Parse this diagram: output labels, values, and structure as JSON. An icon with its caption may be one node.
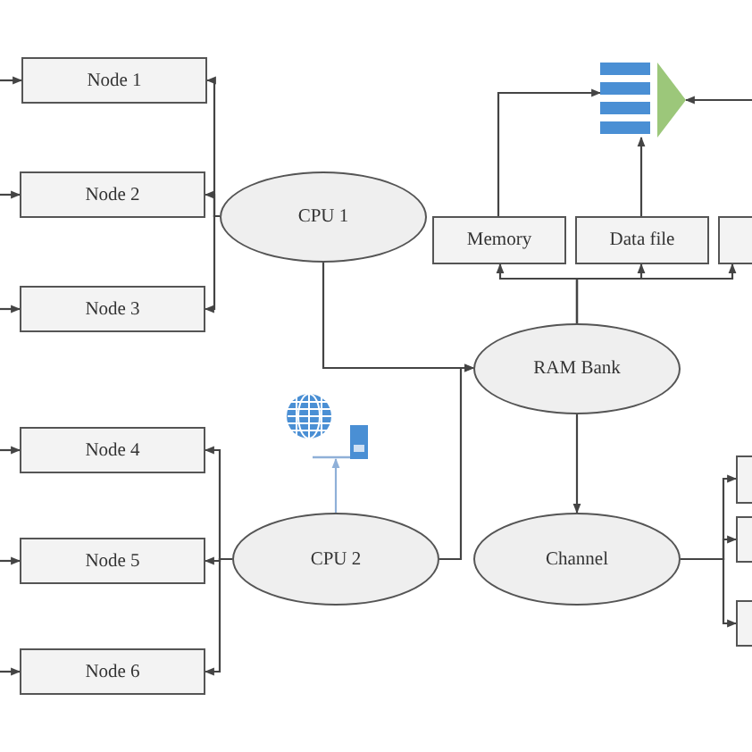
{
  "diagram": {
    "nodes": [
      {
        "text": [
          "Node 1"
        ]
      },
      {
        "text": [
          "Node 2"
        ]
      },
      {
        "text": [
          "Node 3"
        ]
      },
      {
        "text": [],
        "shape": "picture"
      },
      {
        "text": [
          "CPU 1"
        ]
      },
      {
        "text": [
          "Memory"
        ]
      },
      {
        "text": [
          "Data file"
        ]
      },
      {
        "text": [],
        "shape": "box"
      },
      {
        "text": [
          "RAM Bank"
        ]
      },
      {
        "text": [],
        "shape": "picture"
      },
      {
        "text": [
          "Node 4"
        ]
      },
      {
        "text": [
          "Node 5"
        ]
      },
      {
        "text": [
          "Node 6"
        ]
      },
      {
        "text": [
          "CPU 2"
        ]
      },
      {
        "text": [
          "Channel"
        ]
      },
      {
        "text": [],
        "shape": "box"
      },
      {
        "text": [],
        "shape": "box"
      },
      {
        "text": [],
        "shape": "box"
      }
    ],
    "edges": [
      {
        "from": null,
        "to": 0,
        "arrow": "to"
      },
      {
        "from": null,
        "to": 1,
        "arrow": "to"
      },
      {
        "from": null,
        "to": 2,
        "arrow": "to"
      },
      {
        "from": null,
        "to": 10,
        "arrow": "to"
      },
      {
        "from": null,
        "to": 11,
        "arrow": "to"
      },
      {
        "from": null,
        "to": 12,
        "arrow": "to"
      },
      {
        "from": 4,
        "to": 0,
        "arrow": "to"
      },
      {
        "from": 4,
        "to": 1,
        "arrow": "to"
      },
      {
        "from": 4,
        "to": 2,
        "arrow": "to"
      },
      {
        "from": 13,
        "to": 10,
        "arrow": "to"
      },
      {
        "from": 13,
        "to": 11,
        "arrow": "to"
      },
      {
        "from": 13,
        "to": 12,
        "arrow": "to"
      },
      {
        "from": 4,
        "to": 8,
        "arrow": "to"
      },
      {
        "from": 13,
        "to": 8,
        "arrow": "to"
      },
      {
        "from": 8,
        "to": 5,
        "arrow": "to"
      },
      {
        "from": 8,
        "to": 6,
        "arrow": "to"
      },
      {
        "from": 8,
        "to": 7,
        "arrow": "to"
      },
      {
        "from": 5,
        "to": 3,
        "arrow": "to"
      },
      {
        "from": 6,
        "to": 3,
        "arrow": "to"
      },
      {
        "from": null,
        "to": 3,
        "arrow": "to"
      },
      {
        "from": 13,
        "to": 9,
        "arrow": "to",
        "color": "#8fb0d8"
      },
      {
        "from": 8,
        "to": 14,
        "arrow": "to"
      },
      {
        "from": 14,
        "to": 15,
        "arrow": "to"
      },
      {
        "from": 14,
        "to": 16,
        "arrow": "to"
      },
      {
        "from": 14,
        "to": 17,
        "arrow": "to"
      }
    ]
  }
}
